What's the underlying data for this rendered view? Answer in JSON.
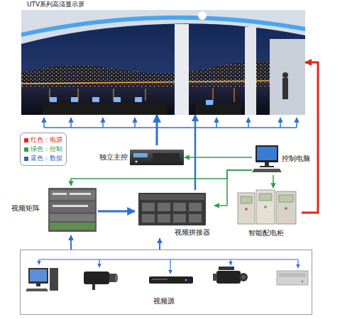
{
  "diagram": {
    "nodes": [
      {
        "text": [
          "UTV系列高清显示屏"
        ]
      },
      {
        "text": [
          "独立主控"
        ]
      },
      {
        "text": [
          "控制电脑"
        ]
      },
      {
        "text": [
          "视频矩阵"
        ]
      },
      {
        "text": [
          "视频拼接器"
        ]
      },
      {
        "text": [
          "智能配电柜"
        ]
      },
      {
        "text": [
          "视频源"
        ]
      }
    ],
    "edges": [
      {
        "from": 1,
        "to": 0,
        "arrow": "to"
      },
      {
        "from": 4,
        "to": 0,
        "arrow": "to"
      },
      {
        "from": 2,
        "to": 1,
        "arrow": "to"
      },
      {
        "from": 2,
        "to": 3,
        "arrow": "to"
      },
      {
        "from": 2,
        "to": 4,
        "arrow": "to"
      },
      {
        "from": 2,
        "to": 5,
        "arrow": "to"
      },
      {
        "from": 5,
        "to": 0,
        "arrow": "to"
      },
      {
        "from": 3,
        "to": 4,
        "arrow": "to"
      },
      {
        "from": 6,
        "to": 3,
        "arrow": "to"
      },
      {
        "from": 6,
        "to": 4,
        "arrow": "to"
      }
    ],
    "legend": [
      {
        "text": "红色：电源",
        "color": "#e3241b"
      },
      {
        "text": "绿色：控制",
        "color": "#2e9e45"
      },
      {
        "text": "蓝色：数据",
        "color": "#2f5fc8"
      }
    ]
  }
}
